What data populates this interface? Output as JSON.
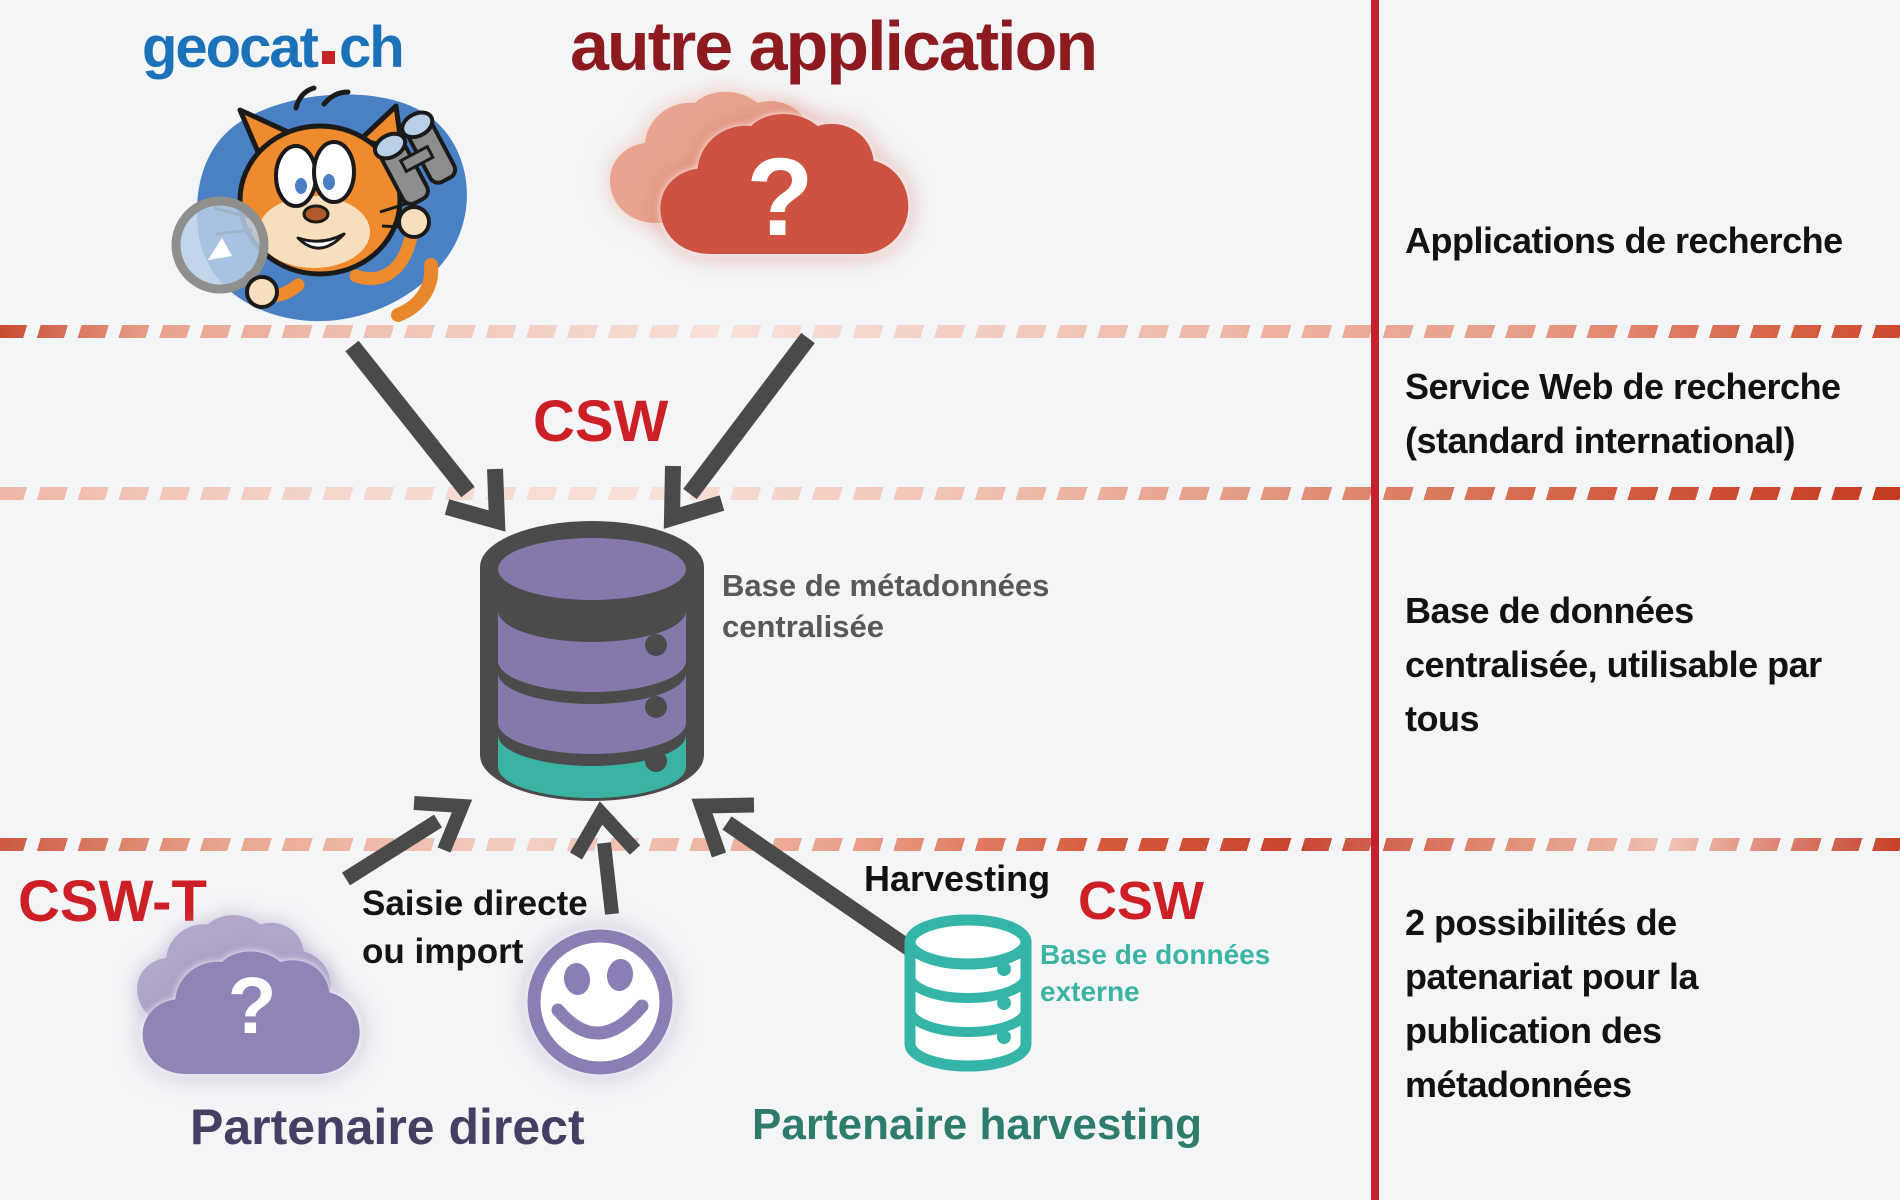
{
  "colors": {
    "background": "#f4f5f7",
    "partition_red": "#c5202c",
    "dash_dark_red": "#c94a31",
    "dash_light": "#f8e0d8",
    "accent_red_text": "#cc2026",
    "maroon_title": "#8c1a1e",
    "logo_blue": "#1c72b8",
    "arrow_gray": "#4a4a4a",
    "database_purple": "#8678ab",
    "database_teal": "#39b3a4",
    "teal_dark_text": "#2e7c6e",
    "teal_light_text": "#3cb4a4",
    "purple_dark_text": "#453f63",
    "cloud_red": "#cd5242",
    "cloud_red_back": "#e8a48e",
    "cloud_purple": "#9183b5",
    "cloud_purple_back": "#b2a7ca",
    "smiley_purple": "#8b7eb4",
    "gray_label": "#57585a"
  },
  "header": {
    "logo_name": "geocat",
    "logo_tld": "ch",
    "other_app_title": "autre application"
  },
  "labels": {
    "csw_top": "CSW",
    "csw_t": "CSW-T",
    "csw_bottom": "CSW",
    "central_db": [
      "Base de métadonnées",
      "centralisée"
    ],
    "saisie": [
      "Saisie directe",
      "ou import"
    ],
    "harvesting": "Harvesting",
    "external_db": [
      "Base de données",
      "externe"
    ],
    "partner_direct": "Partenaire direct",
    "partner_harvesting": "Partenaire harvesting",
    "red_cloud_q": "?",
    "purple_cloud_q": "?"
  },
  "right_panel": {
    "rows": [
      {
        "lines": [
          "Applications de recherche"
        ]
      },
      {
        "lines": [
          "Service Web de recherche",
          "(standard international)"
        ]
      },
      {
        "lines": [
          "Base de données",
          "centralisée, utilisable par",
          "tous"
        ]
      },
      {
        "lines": [
          "2 possibilités de",
          "patenariat pour la",
          "publication des",
          "métadonnées"
        ]
      }
    ]
  }
}
